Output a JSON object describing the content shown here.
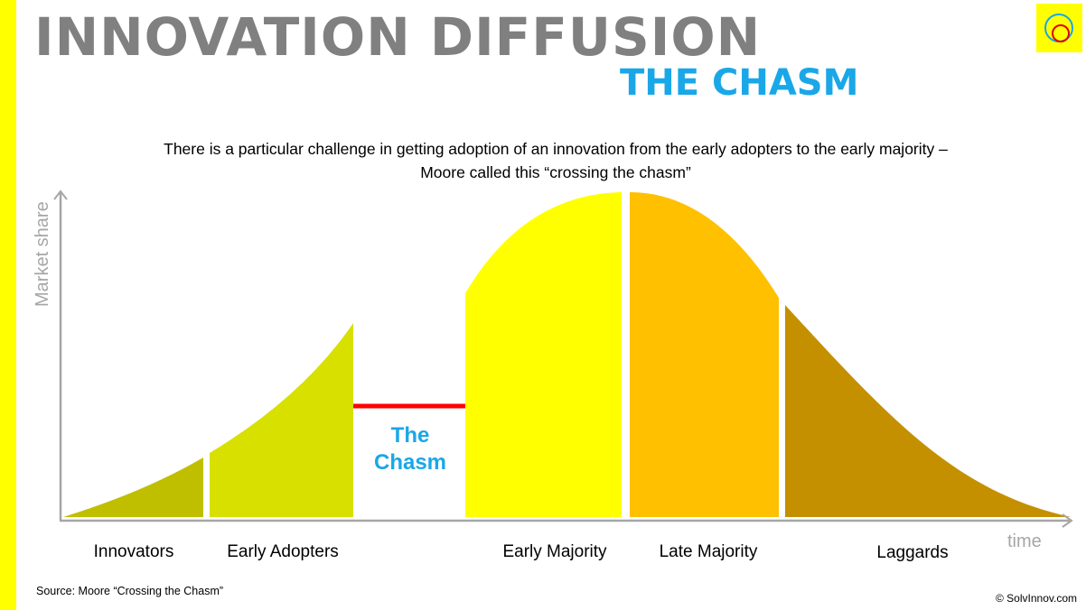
{
  "title": "INNOVATION DIFFUSION",
  "subtitle": "THE CHASM",
  "description": "There is a particular challenge in getting adoption of an innovation from the early adopters to the early majority – Moore called this “crossing the chasm”",
  "y_axis_label": "Market share",
  "x_axis_label": "time",
  "chasm_label": "The Chasm",
  "categories": [
    {
      "name": "Innovators",
      "color": "#bfbf00"
    },
    {
      "name": "Early Adopters",
      "color": "#d8e000"
    },
    {
      "name": "Early Majority",
      "color": "#ffff00"
    },
    {
      "name": "Late Majority",
      "color": "#ffc000"
    },
    {
      "name": "Laggards",
      "color": "#c49000"
    }
  ],
  "colors": {
    "accent_blue": "#1aa7e8",
    "title_gray": "#808080",
    "chasm_line": "#ff0000",
    "side_bar": "#ffff00"
  },
  "source": "Source: Moore “Crossing the Chasm”",
  "copyright": "© SolvInnov.com",
  "logo_icon": "solvinnov-logo-icon"
}
